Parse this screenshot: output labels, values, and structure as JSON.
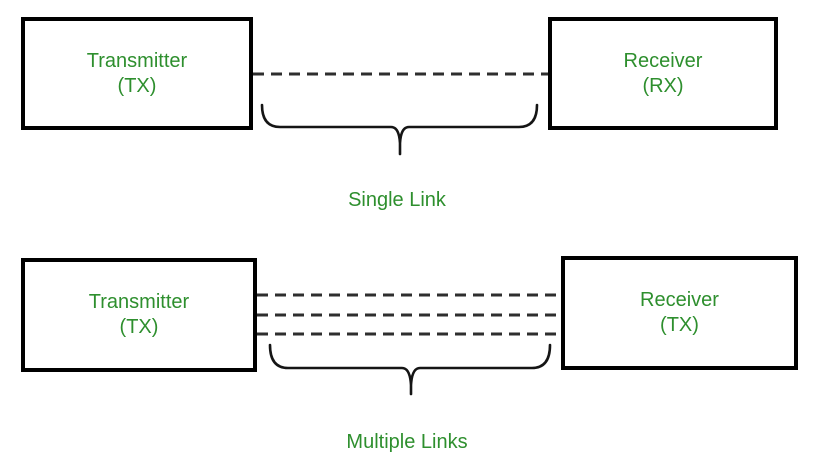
{
  "colors": {
    "text_green": "#2e8f2e",
    "line_dark": "#2e2e2e",
    "brace_dark": "#151515",
    "border_black": "#000000",
    "background": "#ffffff"
  },
  "sections": [
    {
      "caption": "Single Link",
      "link_count": 1,
      "transmitter": {
        "name": "Transmitter",
        "abbr": "(TX)"
      },
      "receiver": {
        "name": "Receiver",
        "abbr": "(RX)"
      }
    },
    {
      "caption": "Multiple Links",
      "link_count": 3,
      "transmitter": {
        "name": "Transmitter",
        "abbr": "(TX)"
      },
      "receiver": {
        "name": "Receiver",
        "abbr": "(TX)"
      }
    }
  ]
}
